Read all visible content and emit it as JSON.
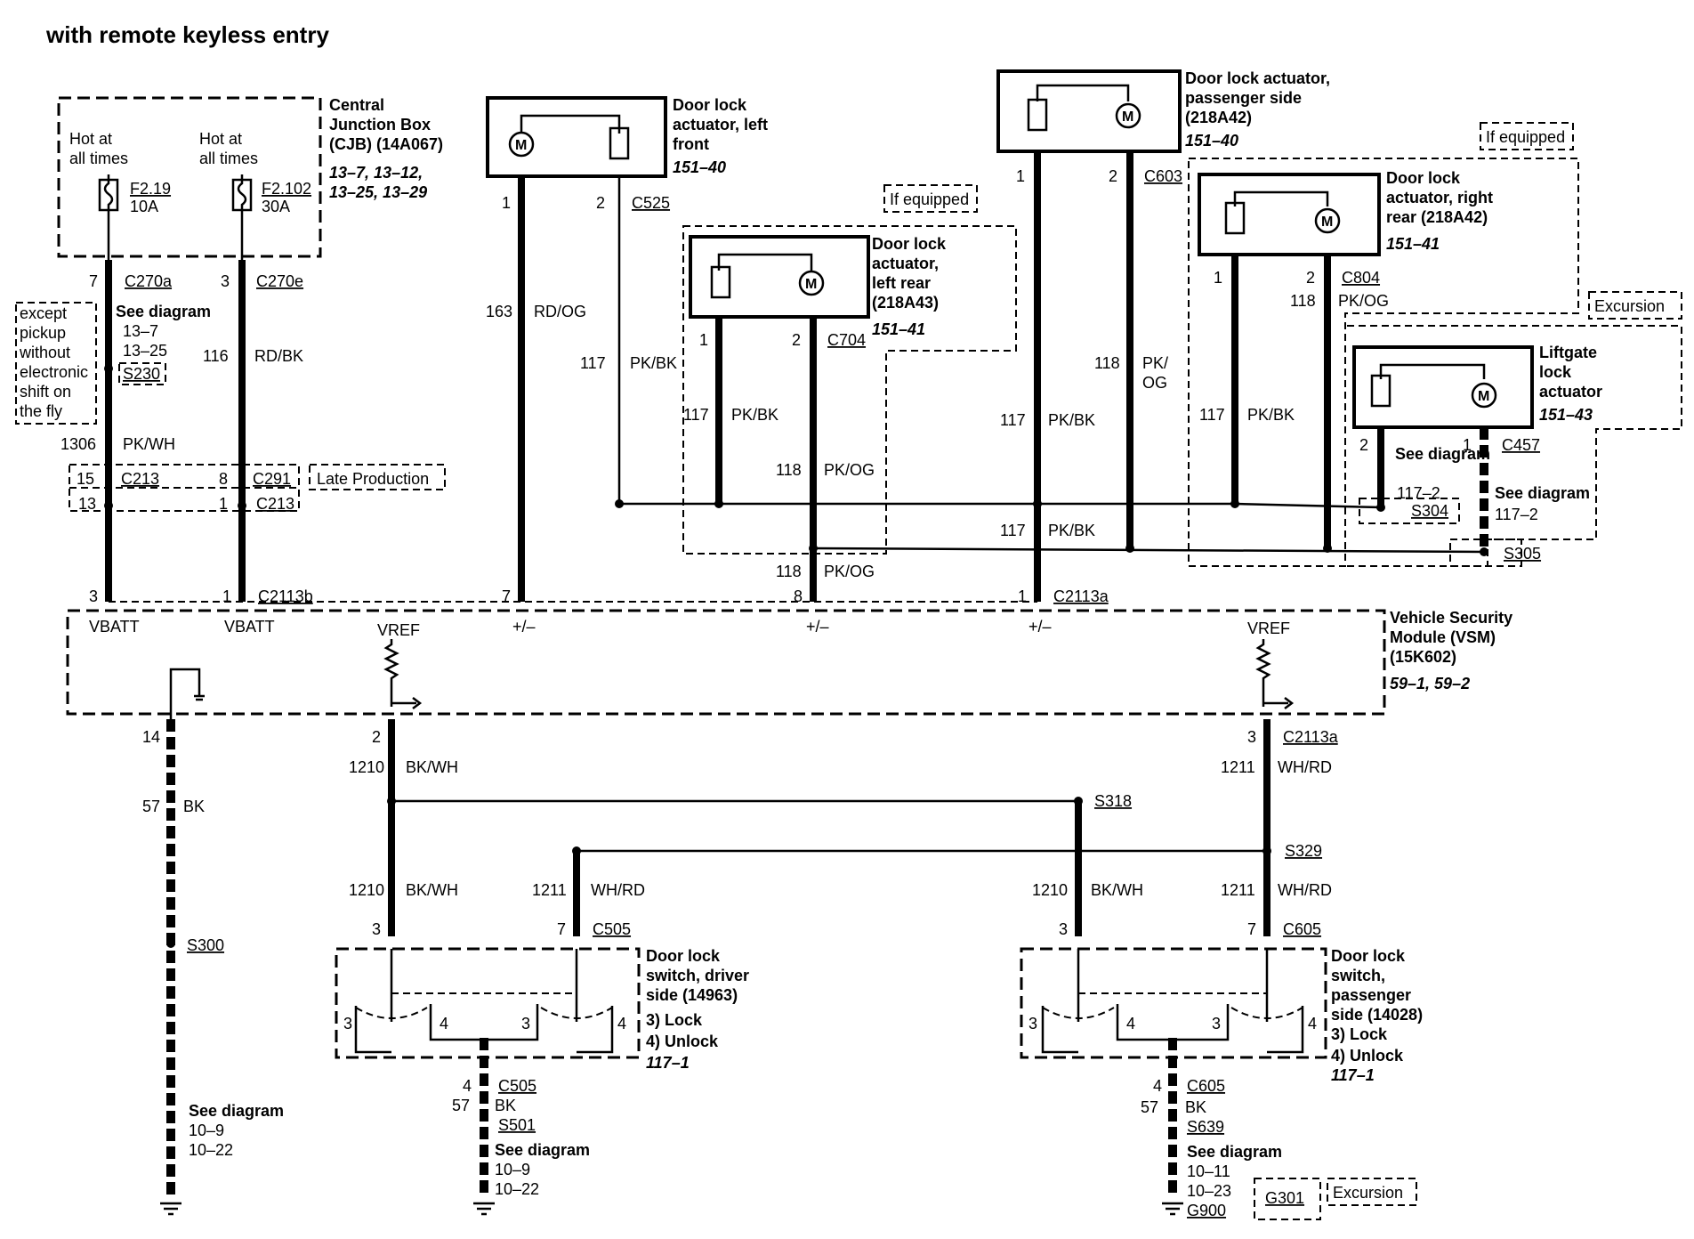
{
  "title": "with remote keyless entry",
  "cjb": {
    "name": [
      "Central",
      "Junction Box",
      "(CJB) (14A067)"
    ],
    "refs": [
      "13–7, 13–12,",
      "13–25, 13–29"
    ],
    "hot_left": [
      "Hot at",
      "all times"
    ],
    "hot_right": [
      "Hot at",
      "all times"
    ],
    "fuse_left": {
      "id": "F2.19",
      "rating": "10A"
    },
    "fuse_right": {
      "id": "F2.102",
      "rating": "30A"
    }
  },
  "dl_lf": {
    "name": [
      "Door lock",
      "actuator, left",
      "front"
    ],
    "ref": "151–40"
  },
  "dl_ps": {
    "name": [
      "Door lock actuator,",
      "passenger side",
      "(218A42)"
    ],
    "ref": "151–40"
  },
  "dl_lr": {
    "name": [
      "Door lock",
      "actuator,",
      "left rear",
      "(218A43)"
    ],
    "ref": "151–41"
  },
  "dl_rr": {
    "name": [
      "Door lock",
      "actuator, right",
      "rear (218A42)"
    ],
    "ref": "151–41"
  },
  "liftgate": {
    "name": [
      "Liftgate",
      "lock",
      "actuator"
    ],
    "ref": "151–43"
  },
  "vsm": {
    "name": [
      "Vehicle Security",
      "Module (VSM)",
      "(15K602)"
    ],
    "ref": "59–1, 59–2",
    "pins": [
      "VBATT",
      "VBATT",
      "VREF",
      "+/–",
      "+/–",
      "+/–",
      "VREF"
    ]
  },
  "sw_drv": {
    "name": [
      "Door lock",
      "switch, driver",
      "side (14963)"
    ],
    "lock": "3) Lock",
    "unlock": "4) Unlock",
    "ref": "117–1"
  },
  "sw_pas": {
    "name": [
      "Door lock",
      "switch,",
      "passenger",
      "side (14028)"
    ],
    "lock": "3) Lock",
    "unlock": "4) Unlock",
    "ref": "117–1"
  },
  "notes": {
    "if_equipped": "If equipped",
    "excursion": "Excursion",
    "late_production": "Late Production",
    "except": [
      "except",
      "pickup",
      "without",
      "electronic",
      "shift on",
      "the fly"
    ],
    "see_diagram": "See diagram"
  },
  "connectors": {
    "C270a": "C270a",
    "C270e": "C270e",
    "S230": "S230",
    "C213": "C213",
    "C291": "C291",
    "C2113b": "C2113b",
    "C2113a": "C2113a",
    "C525": "C525",
    "C603": "C603",
    "C704": "C704",
    "C804": "C804",
    "C457": "C457",
    "S304": "S304",
    "S305": "S305",
    "S318": "S318",
    "S329": "S329",
    "C505": "C505",
    "C605": "C605",
    "S300": "S300",
    "S501": "S501",
    "S639": "S639",
    "G900": "G900",
    "G301": "G301"
  },
  "wires": {
    "pkwh": "PK/WH",
    "rdbk": "RD/BK",
    "rdog": "RD/OG",
    "pkbk": "PK/BK",
    "pkog": "PK/OG",
    "pk": "PK/",
    "og": "OG",
    "bk": "BK",
    "bkwh": "BK/WH",
    "whrd": "WH/RD"
  },
  "numbers": {
    "n1306": "1306",
    "n116": "116",
    "n163": "163",
    "n117": "117",
    "n118": "118",
    "n57": "57",
    "n1210": "1210",
    "n1211": "1211",
    "n14": "14"
  },
  "diagram_refs": {
    "cjb_left": [
      "13–7",
      "13–25"
    ],
    "liftgate_a": [
      "117–2"
    ],
    "liftgate_b": [
      "117–2"
    ],
    "gnd_left": [
      "10–9",
      "10–22"
    ],
    "gnd_mid": [
      "10–9",
      "10–22"
    ],
    "gnd_right": [
      "10–11",
      "10–23"
    ]
  }
}
